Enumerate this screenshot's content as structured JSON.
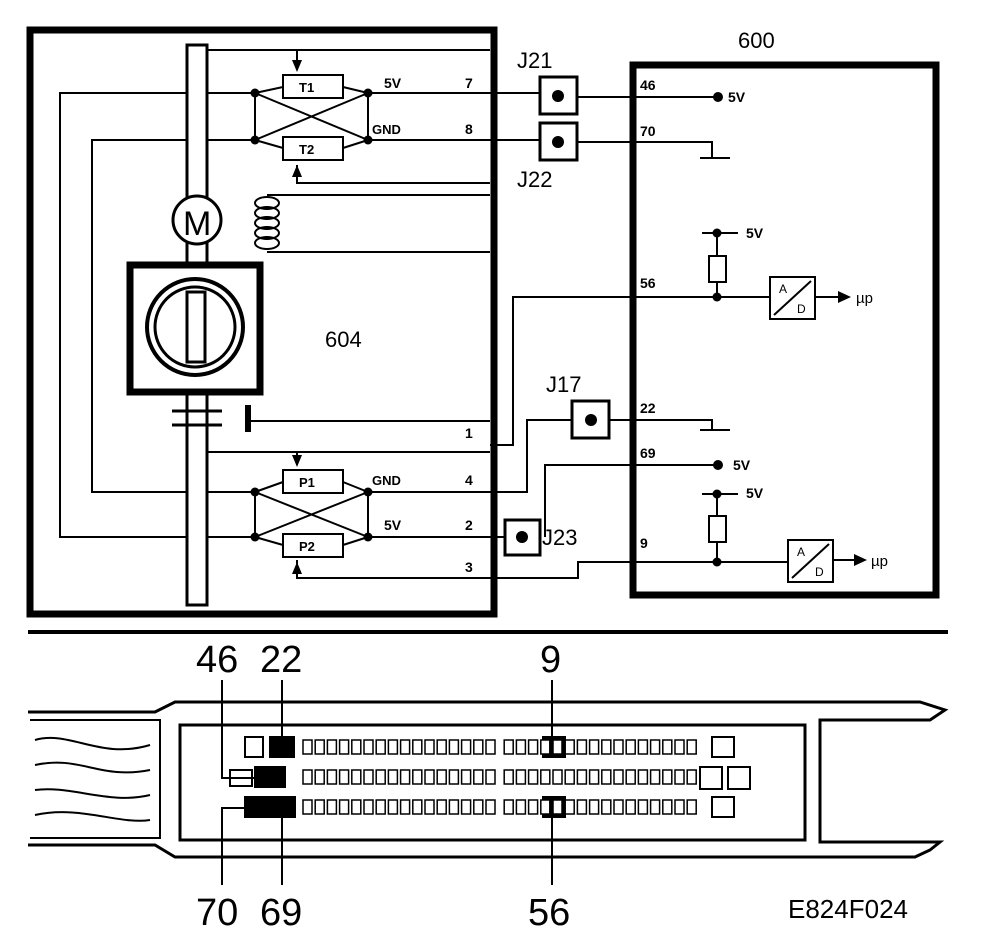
{
  "module_600": {
    "label": "600"
  },
  "module_604": {
    "label": "604"
  },
  "motor": {
    "label": "M"
  },
  "sensors": {
    "t1": "T1",
    "t2": "T2",
    "p1": "P1",
    "p2": "P2"
  },
  "signals": {
    "5v": "5V",
    "gnd": "GND",
    "up": "µp"
  },
  "junctions": {
    "j21": "J21",
    "j22": "J22",
    "j17": "J17",
    "j23": "J23"
  },
  "pins_604": [
    "7",
    "8",
    "1",
    "4",
    "2",
    "3"
  ],
  "pins_600": [
    "46",
    "70",
    "56",
    "22",
    "69",
    "9"
  ],
  "adc": {
    "a": "A",
    "d": "D"
  },
  "connector_labels": {
    "top_left_a": "46",
    "top_left_b": "22",
    "top_mid": "9",
    "bottom_left_a": "70",
    "bottom_left_b": "69",
    "bottom_mid": "56"
  },
  "figure_code": "E824F024",
  "colors": {
    "ink": "#000000",
    "paper": "#ffffff"
  }
}
